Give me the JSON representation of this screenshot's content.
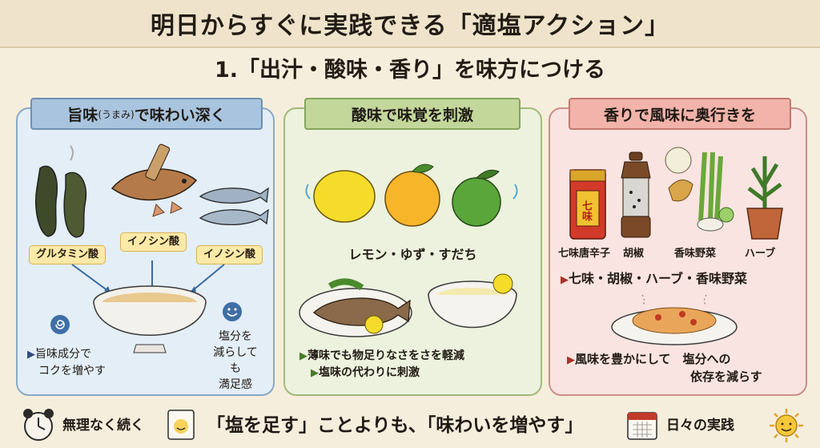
{
  "header": {
    "title": "明日からすぐに実践できる「適塩アクション」",
    "subtitle": "1.「出汁・酸味・香り」を味方につける"
  },
  "panels": {
    "umami": {
      "ribbon_main": "旨味",
      "ribbon_reading": "(うまみ)",
      "ribbon_rest": "で味わい深く",
      "labels": [
        "グルタミン酸",
        "イノシン酸",
        "イノシン酸"
      ],
      "left_text_line1": "旨味成分で",
      "left_text_line2": "コクを増やす",
      "right_text_line1": "塩分を",
      "right_text_line2": "減らしても",
      "right_text_line3": "満足感",
      "color": "#a9c4de"
    },
    "acid": {
      "ribbon": "酸味で味覚を刺激",
      "fruits_caption": "レモン・ゆず・すだち",
      "bullet1": "薄味でも物足りなさをさを軽減",
      "bullet2": "塩味の代わりに刺激",
      "color": "#c3d79a"
    },
    "aroma": {
      "ribbon": "香りで風味に奥行きを",
      "items": [
        "七味唐辛子",
        "胡椒",
        "香味野菜",
        "ハーブ"
      ],
      "shichimi_label": "七味",
      "summary": "七味・胡椒・ハーブ・香味野菜",
      "bullet_line1": "風味を豊かにして　塩分への",
      "bullet_line2": "依存を減らす",
      "color": "#f1b3aa"
    }
  },
  "footer": {
    "left": "無理なく続く",
    "center": "「塩を足す」ことよりも、「味わいを増やす」",
    "right": "日々の実践"
  }
}
